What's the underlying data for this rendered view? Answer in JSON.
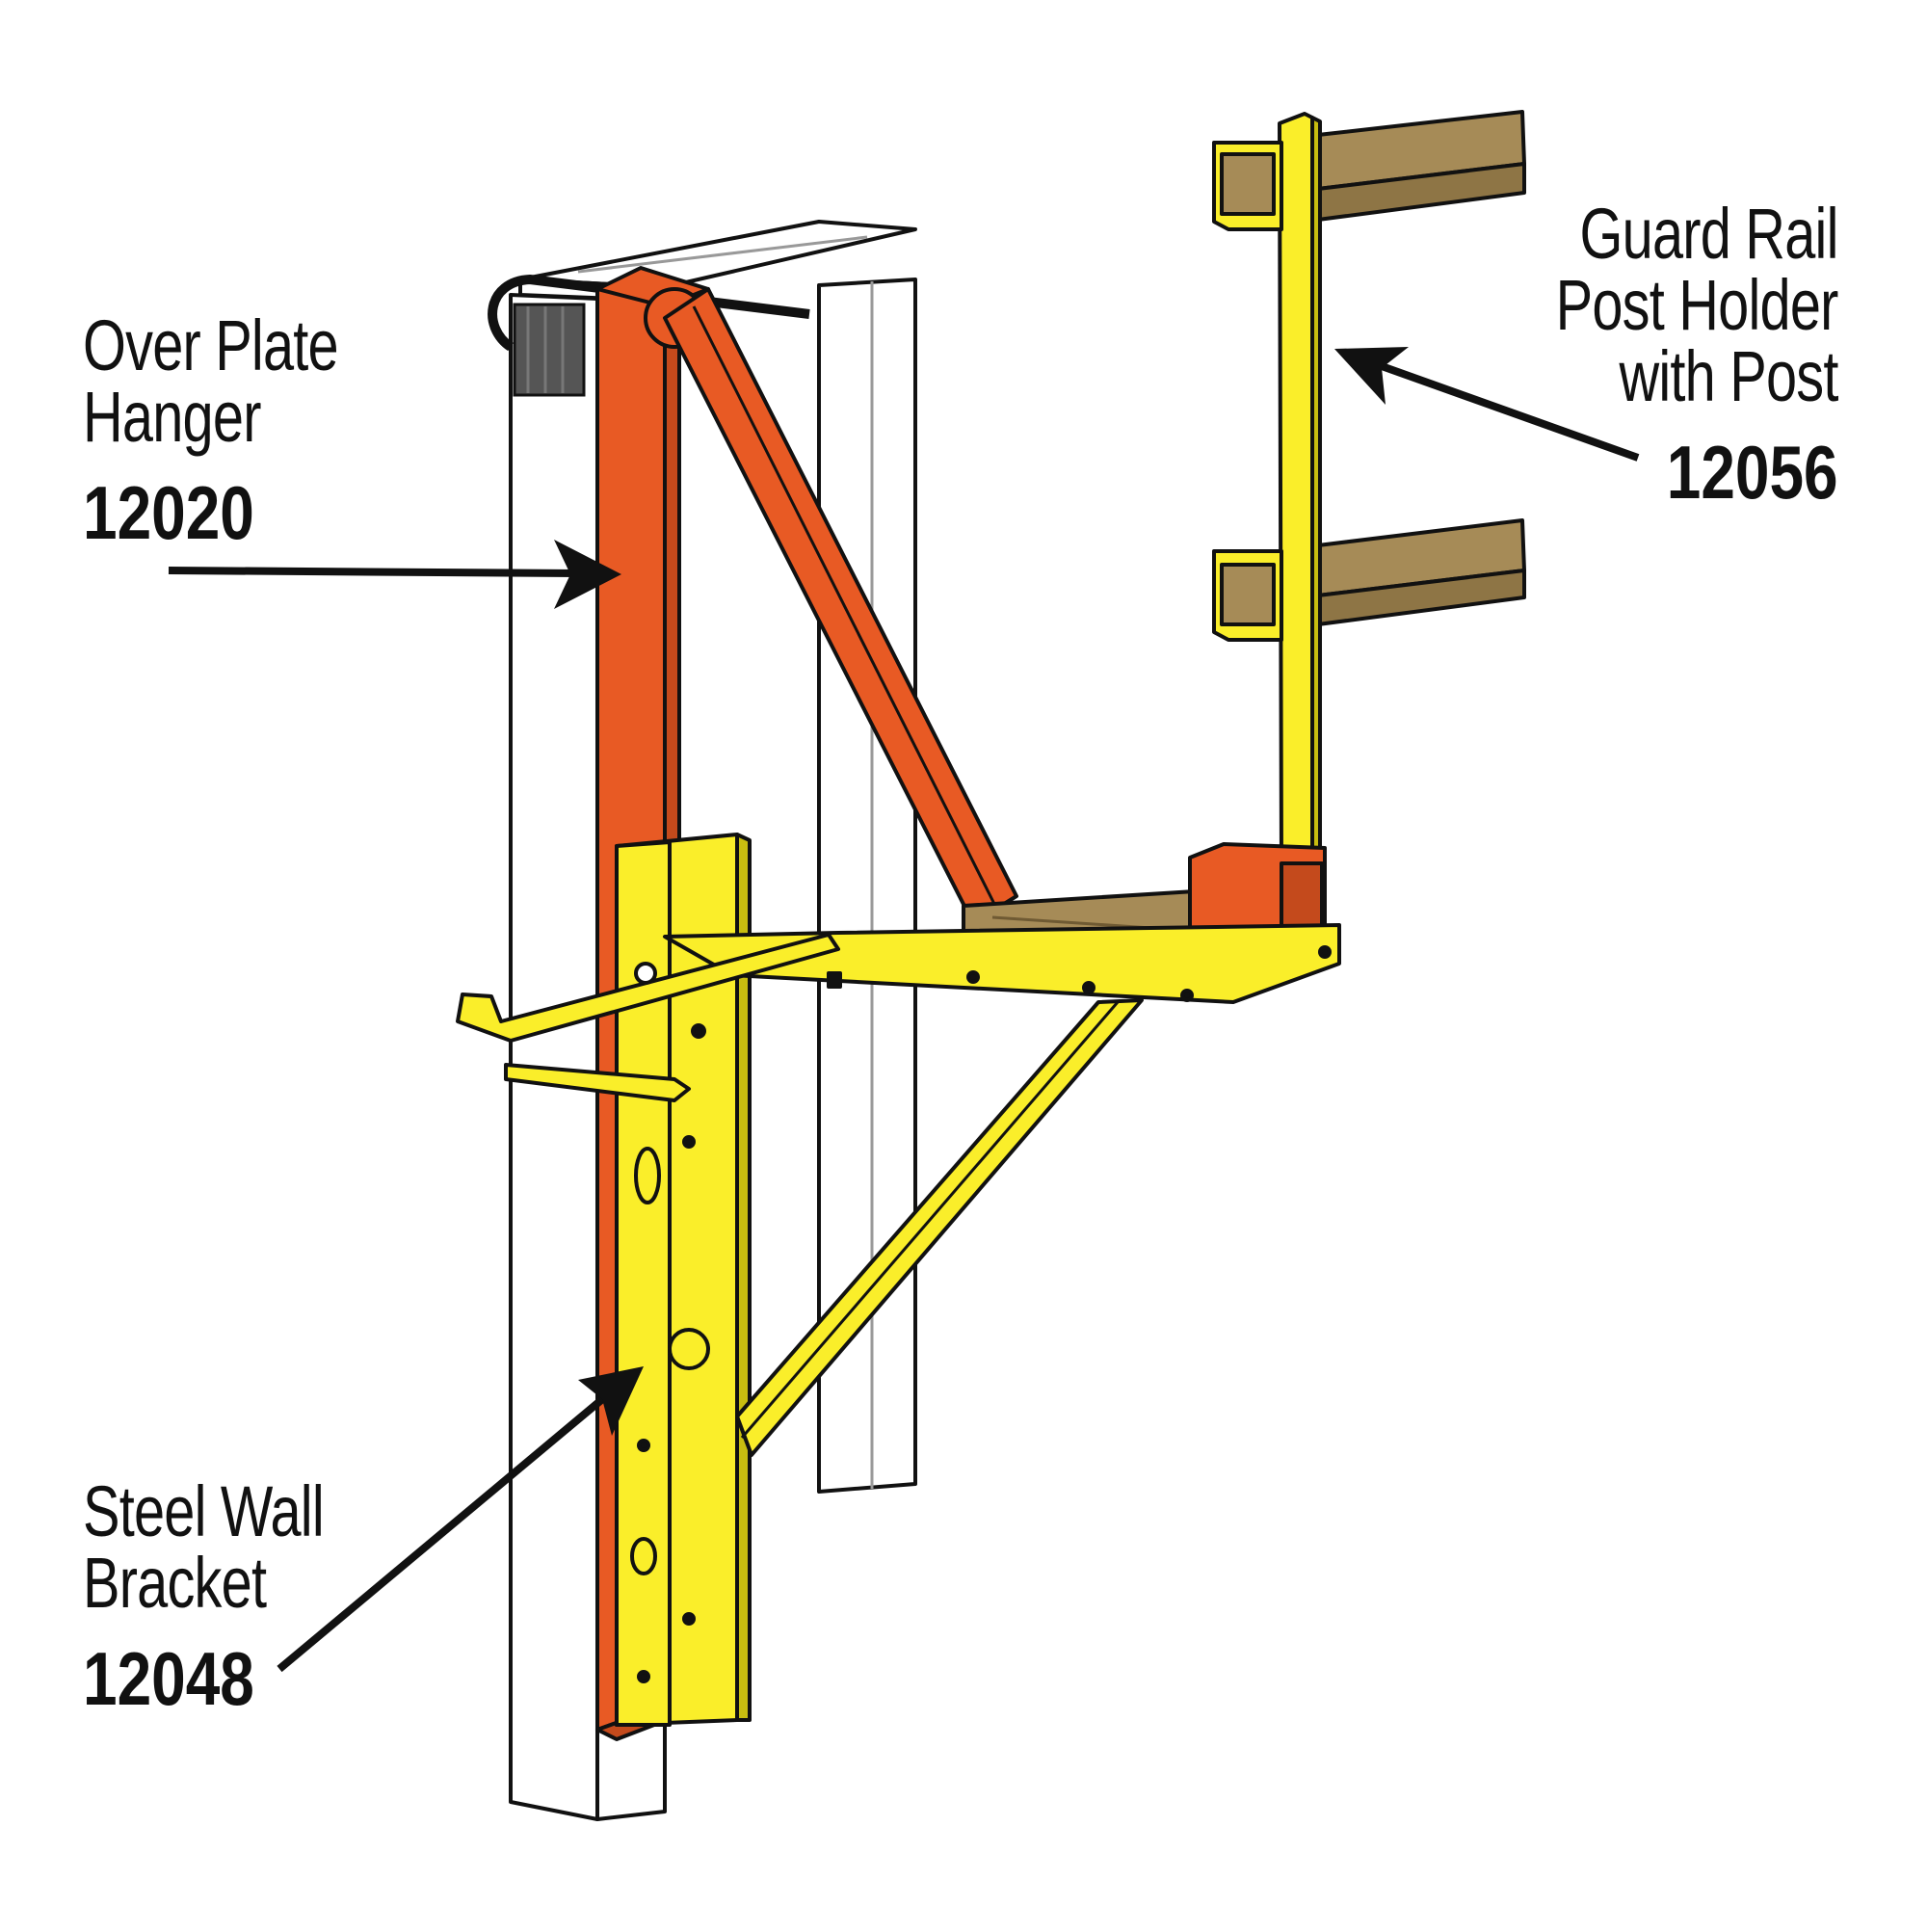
{
  "callouts": {
    "hanger": {
      "name_lines": [
        "Over Plate",
        "Hanger"
      ],
      "part_number": "12020"
    },
    "bracket": {
      "name_lines": [
        "Steel Wall",
        "Bracket"
      ],
      "part_number": "12048"
    },
    "post": {
      "name_lines": [
        "Guard Rail",
        "Post Holder",
        "with Post"
      ],
      "part_number": "12056"
    }
  },
  "colors": {
    "hanger": "#E85A24",
    "bracket": "#FAEE2A",
    "lumber": "#A68B57",
    "lumber_shade": "#8E7545",
    "outline": "#111111",
    "stud": "#ffffff",
    "plate_shadow": "#555555"
  }
}
